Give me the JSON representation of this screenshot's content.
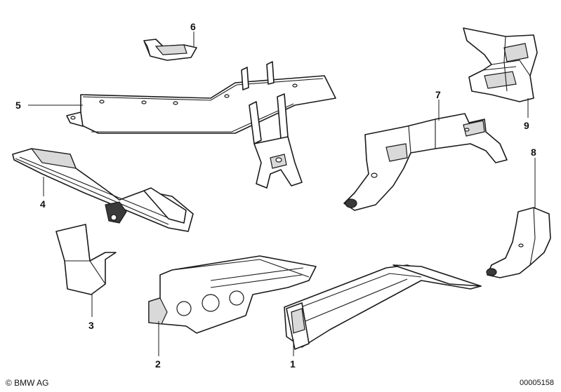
{
  "callouts": {
    "c1": "1",
    "c2": "2",
    "c3": "3",
    "c4": "4",
    "c5": "5",
    "c6": "6",
    "c7": "7",
    "c8": "8",
    "c9": "9"
  },
  "footer": {
    "copyright": "© BMW AG",
    "diagram_number": "00005158"
  }
}
